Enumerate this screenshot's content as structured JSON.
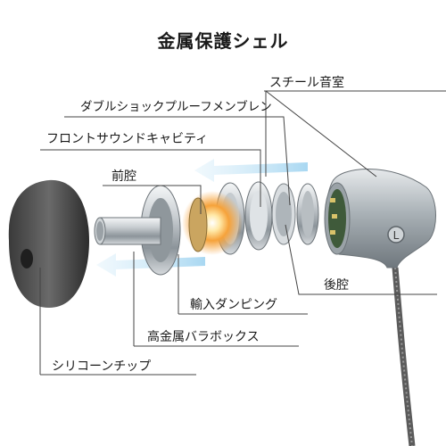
{
  "diagram": {
    "title": "金属保護シェル",
    "labels": {
      "steel_chamber": "スチール音室",
      "double_shock": "ダブルショックプルーフメンブレン",
      "front_sound_cavity": "フロントサウンドキャビティ",
      "pre_chamber": "前腔",
      "back_chamber": "後腔",
      "input_damping": "輸入ダンピング",
      "bass_box": "高金属バラボックス",
      "silicone_tip": "シリコーンチップ"
    },
    "side_marker": "L"
  }
}
